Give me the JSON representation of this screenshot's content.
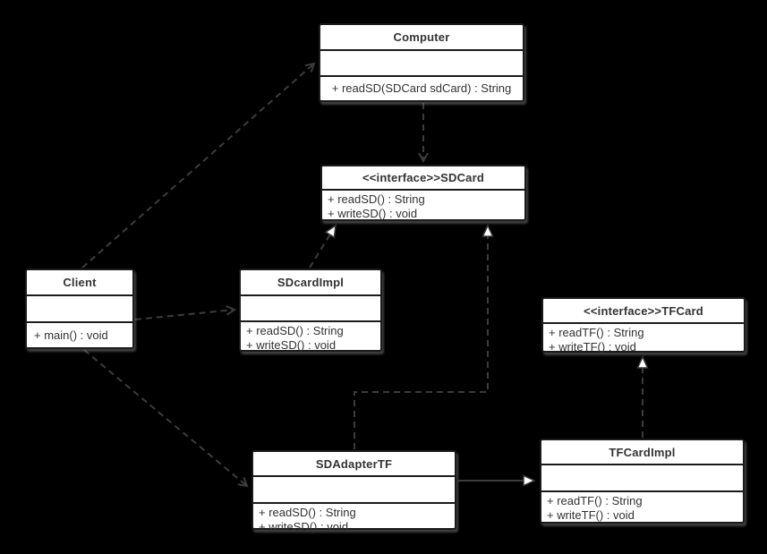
{
  "diagram": {
    "kind": "uml-class-diagram",
    "colors": {
      "background": "#000000",
      "node_fill": "#ffffff",
      "node_border": "#1b1b1b",
      "edge_line": "#3c3c3c",
      "arrowhead_fill": "#ffffff",
      "text": "#333333"
    }
  },
  "nodes": [
    {
      "id": "computer",
      "title": "Computer",
      "attributes": [],
      "methods": [
        "+ readSD(SDCard sdCard) : String"
      ]
    },
    {
      "id": "sdcard",
      "title": "<<interface>>SDCard",
      "attributes": [],
      "methods": [
        "+ readSD() : String",
        "+ writeSD() : void"
      ]
    },
    {
      "id": "client",
      "title": "Client",
      "attributes": [],
      "methods": [
        "+ main() : void"
      ]
    },
    {
      "id": "sdcardimpl",
      "title": "SDcardImpl",
      "attributes": [],
      "methods": [
        "+ readSD() : String",
        "+ writeSD() : void"
      ]
    },
    {
      "id": "tfcard",
      "title": "<<interface>>TFCard",
      "attributes": [],
      "methods": [
        "+ readTF() : String",
        "+ writeTF() : void"
      ]
    },
    {
      "id": "sdadaptertf",
      "title": "SDAdapterTF",
      "attributes": [],
      "methods": [
        "+ readSD() : String",
        "+ writeSD() : void"
      ]
    },
    {
      "id": "tfcardimpl",
      "title": "TFCardImpl",
      "attributes": [],
      "methods": [
        "+ readTF() : String",
        "+ writeTF() : void"
      ]
    }
  ],
  "relationships": [
    {
      "from": "Client",
      "to": "Computer",
      "type": "dependency",
      "line": "dashed",
      "arrowhead": "open"
    },
    {
      "from": "Client",
      "to": "SDcardImpl",
      "type": "dependency",
      "line": "dashed",
      "arrowhead": "open"
    },
    {
      "from": "Client",
      "to": "SDAdapterTF",
      "type": "dependency",
      "line": "dashed",
      "arrowhead": "open"
    },
    {
      "from": "Computer",
      "to": "SDCard",
      "type": "dependency",
      "line": "dashed",
      "arrowhead": "open"
    },
    {
      "from": "SDcardImpl",
      "to": "SDCard",
      "type": "realization",
      "line": "dashed",
      "arrowhead": "hollow-triangle"
    },
    {
      "from": "SDAdapterTF",
      "to": "SDCard",
      "type": "realization",
      "line": "dashed",
      "arrowhead": "hollow-triangle"
    },
    {
      "from": "TFCardImpl",
      "to": "TFCard",
      "type": "realization",
      "line": "dashed",
      "arrowhead": "hollow-triangle"
    },
    {
      "from": "SDAdapterTF",
      "to": "TFCardImpl",
      "type": "association",
      "line": "solid",
      "arrowhead": "hollow-triangle"
    }
  ]
}
